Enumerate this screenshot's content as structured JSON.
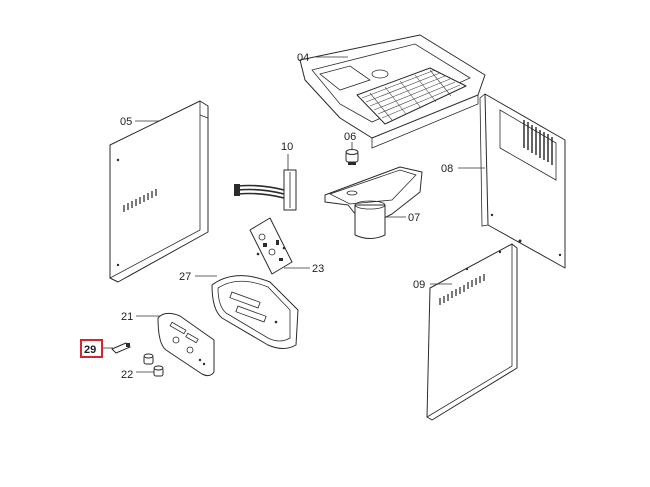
{
  "callouts": {
    "p04": "04",
    "p05": "05",
    "p06": "06",
    "p07": "07",
    "p08": "08",
    "p09": "09",
    "p10": "10",
    "p21": "21",
    "p22": "22",
    "p23": "23",
    "p27": "27",
    "p29": "29"
  },
  "highlighted_part": "29",
  "colors": {
    "highlight": "#d9232e",
    "line": "#2b2b2b",
    "background": "#ffffff"
  }
}
